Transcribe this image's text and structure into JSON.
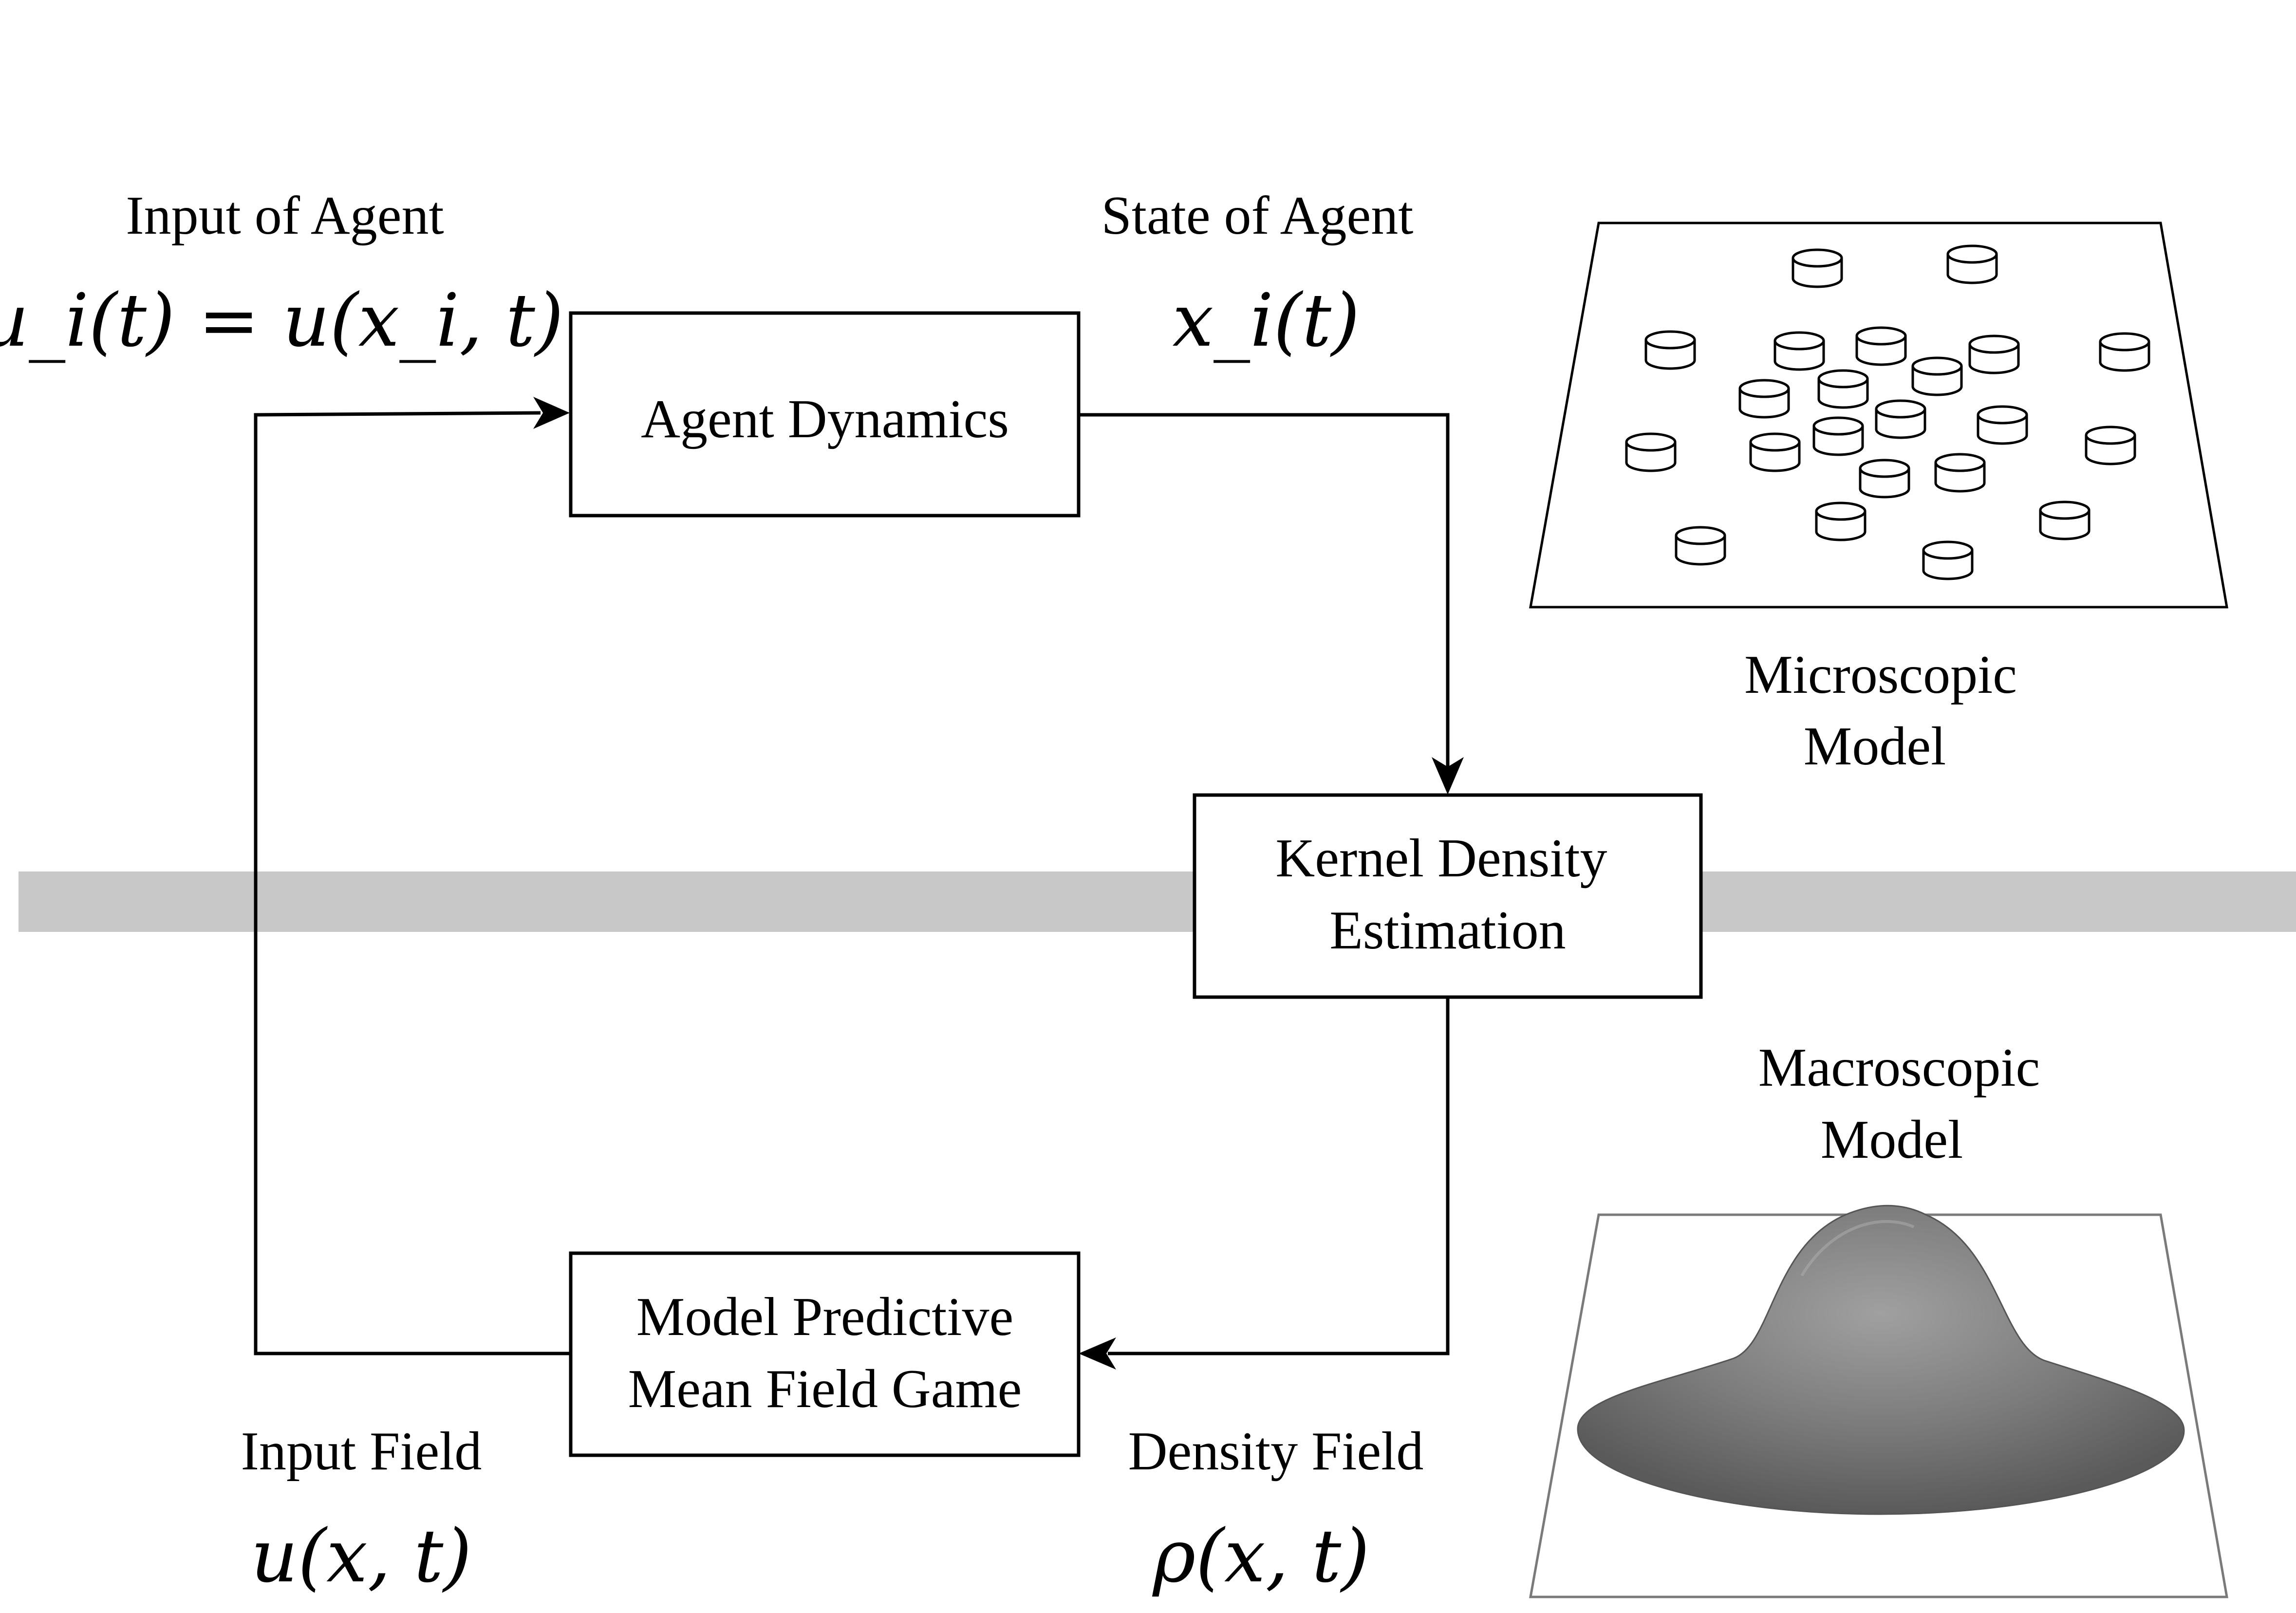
{
  "separator_color": "#c8c8c8",
  "input_of_agent": {
    "title": "Input of Agent",
    "formula": "u_i(t) = u(x_i, t)"
  },
  "state_of_agent": {
    "title": "State of Agent",
    "formula": "x_i(t)"
  },
  "agent_dynamics": {
    "label": "Agent Dynamics"
  },
  "kernel_density": {
    "line1": "Kernel Density",
    "line2": "Estimation"
  },
  "mpc_mfg": {
    "line1": "Model Predictive",
    "line2": "Mean Field Game"
  },
  "input_field": {
    "title": "Input Field",
    "formula": "u(x, t)"
  },
  "density_field": {
    "title": "Density Field",
    "formula": "ρ(x, t)"
  },
  "microscopic": {
    "line1": "Microscopic",
    "line2": "Model"
  },
  "macroscopic": {
    "line1": "Macroscopic",
    "line2": "Model"
  }
}
